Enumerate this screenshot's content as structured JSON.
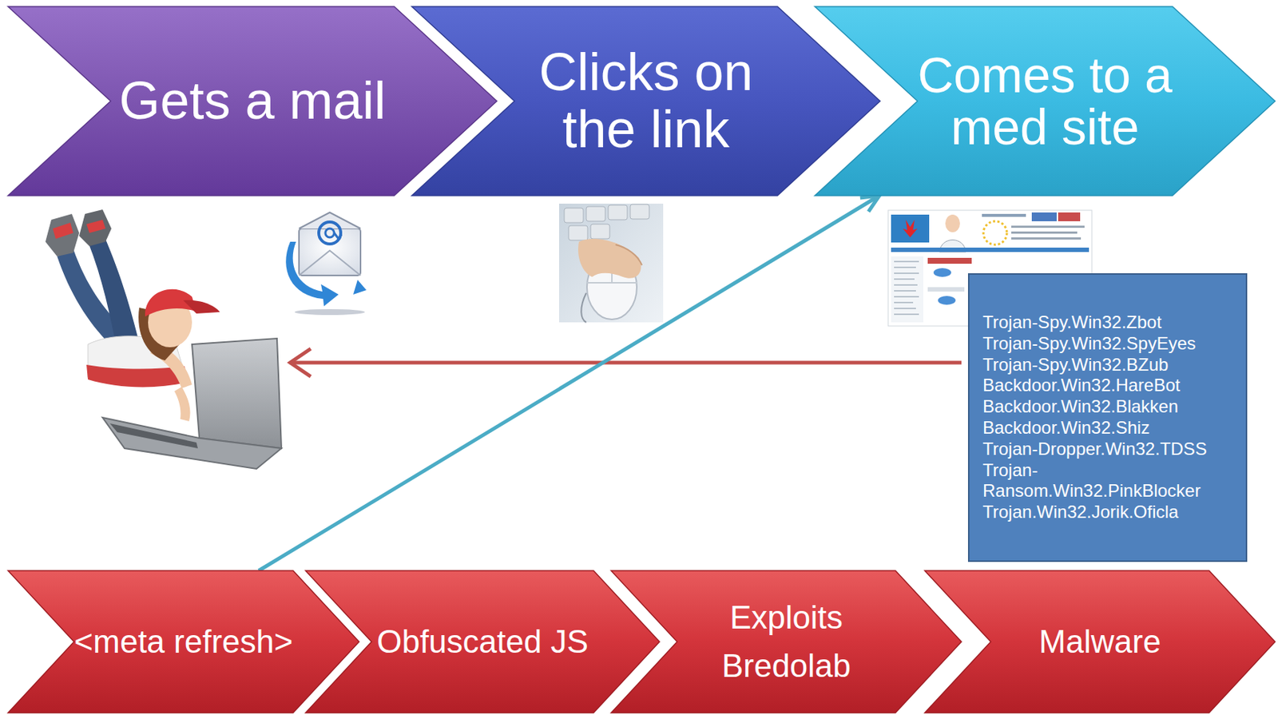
{
  "diagram": {
    "nodes": [
      {
        "text": [
          "Gets a mail"
        ]
      },
      {
        "text": [
          "Clicks on the link"
        ]
      },
      {
        "text": [
          "Comes to a med site"
        ]
      },
      {
        "text": [
          "Trojan-Spy.Win32.Zbot",
          "Trojan-Spy.Win32.SpyEyes",
          "Trojan-Spy.Win32.BZub",
          "Backdoor.Win32.HareBot",
          "Backdoor.Win32.Blakken",
          "Backdoor.Win32.Shiz",
          "Trojan-Dropper.Win32.TDSS",
          "Trojan-Ransom.Win32.PinkBlocker",
          "Trojan.Win32.Jorik.Oficla"
        ]
      },
      {
        "text": [
          "<meta refresh>"
        ]
      },
      {
        "text": [
          "Obfuscated JS"
        ]
      },
      {
        "text": [
          "Exploits",
          "Bredolab"
        ]
      },
      {
        "text": [
          "Malware"
        ]
      }
    ],
    "edges": [
      {
        "from": 4,
        "to": 2,
        "arrow": "to"
      }
    ]
  }
}
